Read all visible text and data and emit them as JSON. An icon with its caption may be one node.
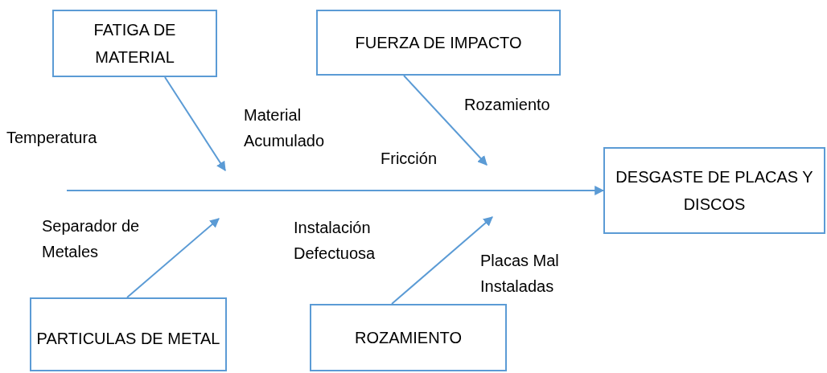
{
  "diagram": {
    "nodes": [
      {
        "text": [
          "FATIGA DE MATERIAL"
        ]
      },
      {
        "text": [
          "FUERZA DE IMPACTO"
        ]
      },
      {
        "text": [
          "DESGASTE DE PLACAS Y DISCOS"
        ]
      },
      {
        "text": [
          "PARTICULAS DE METAL"
        ]
      },
      {
        "text": [
          "ROZAMIENTO"
        ]
      }
    ],
    "edges": [
      {
        "from": null,
        "to": 2,
        "arrow": "to"
      },
      {
        "from": 0,
        "to": null,
        "arrow": "to"
      },
      {
        "from": 1,
        "to": null,
        "arrow": "to"
      },
      {
        "from": 3,
        "to": null,
        "arrow": "to"
      },
      {
        "from": 4,
        "to": null,
        "arrow": "to"
      }
    ],
    "labels": [
      "Temperatura",
      "Material Acumulado",
      "Rozamiento",
      "Fricción",
      "Separador de Metales",
      "Instalación Defectuosa",
      "Placas Mal Instaladas"
    ]
  }
}
